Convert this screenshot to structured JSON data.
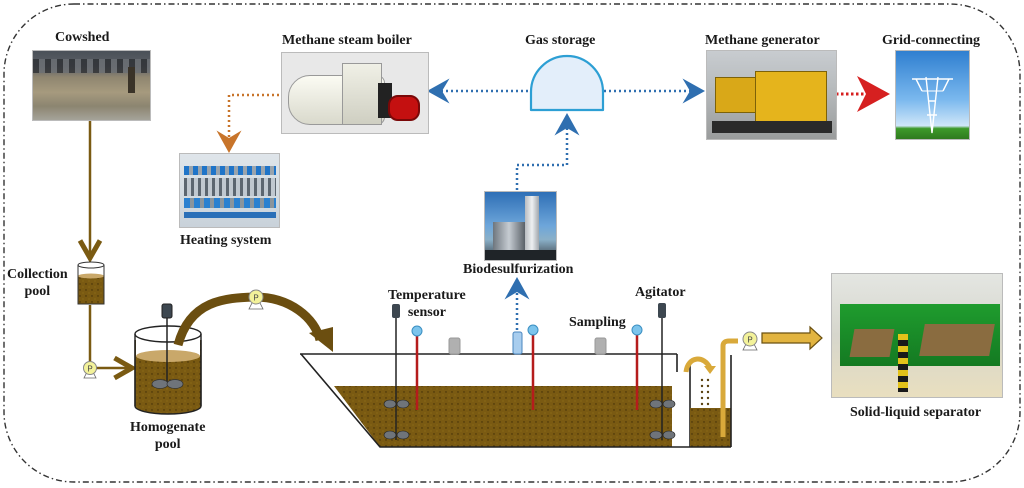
{
  "diagram": {
    "title": "Biogas plant process flow",
    "components": {
      "cowshed": {
        "label": "Cowshed"
      },
      "methane_steam_boiler": {
        "label": "Methane steam boiler"
      },
      "gas_storage": {
        "label": "Gas storage"
      },
      "methane_generator": {
        "label": "Methane generator"
      },
      "grid_connecting": {
        "label": "Grid-connecting"
      },
      "heating_system": {
        "label": "Heating system"
      },
      "biodesulfurization": {
        "label": "Biodesulfurization"
      },
      "collection_pool": {
        "label_line1": "Collection",
        "label_line2": "pool"
      },
      "homogenate_pool": {
        "label_line1": "Homogenate",
        "label_line2": "pool"
      },
      "temperature_sensor": {
        "label_line1": "Temperature",
        "label_line2": "sensor"
      },
      "sampling": {
        "label": "Sampling"
      },
      "agitator": {
        "label": "Agitator"
      },
      "solid_liquid_separator": {
        "label": "Solid-liquid separator"
      }
    },
    "pump_symbol": "P",
    "colors": {
      "slurry": "#7a5a12",
      "slurry_light": "#c9a86a",
      "gas_flow": "#2f6fb0",
      "heat_flow": "#c8742a",
      "power_flow": "#d62020",
      "tank_outline": "#222222",
      "sensor_rod": "#b51c1c",
      "sensor_head": "#7cc4ec",
      "pump_fill": "#f3f29a",
      "output_arrow": "#e2b440"
    },
    "flows": [
      {
        "from": "Cowshed",
        "to": "Collection pool",
        "type": "slurry"
      },
      {
        "from": "Collection pool",
        "to": "Homogenate pool",
        "type": "slurry"
      },
      {
        "from": "Homogenate pool",
        "to": "Anaerobic digester",
        "type": "slurry"
      },
      {
        "from": "Anaerobic digester",
        "to": "Biodesulfurization",
        "type": "gas"
      },
      {
        "from": "Biodesulfurization",
        "to": "Gas storage",
        "type": "gas"
      },
      {
        "from": "Gas storage",
        "to": "Methane steam boiler",
        "type": "gas"
      },
      {
        "from": "Gas storage",
        "to": "Methane generator",
        "type": "gas"
      },
      {
        "from": "Methane steam boiler",
        "to": "Heating system",
        "type": "heat"
      },
      {
        "from": "Methane generator",
        "to": "Grid-connecting",
        "type": "power"
      },
      {
        "from": "Anaerobic digester",
        "to": "Solid-liquid separator",
        "type": "slurry"
      }
    ]
  }
}
